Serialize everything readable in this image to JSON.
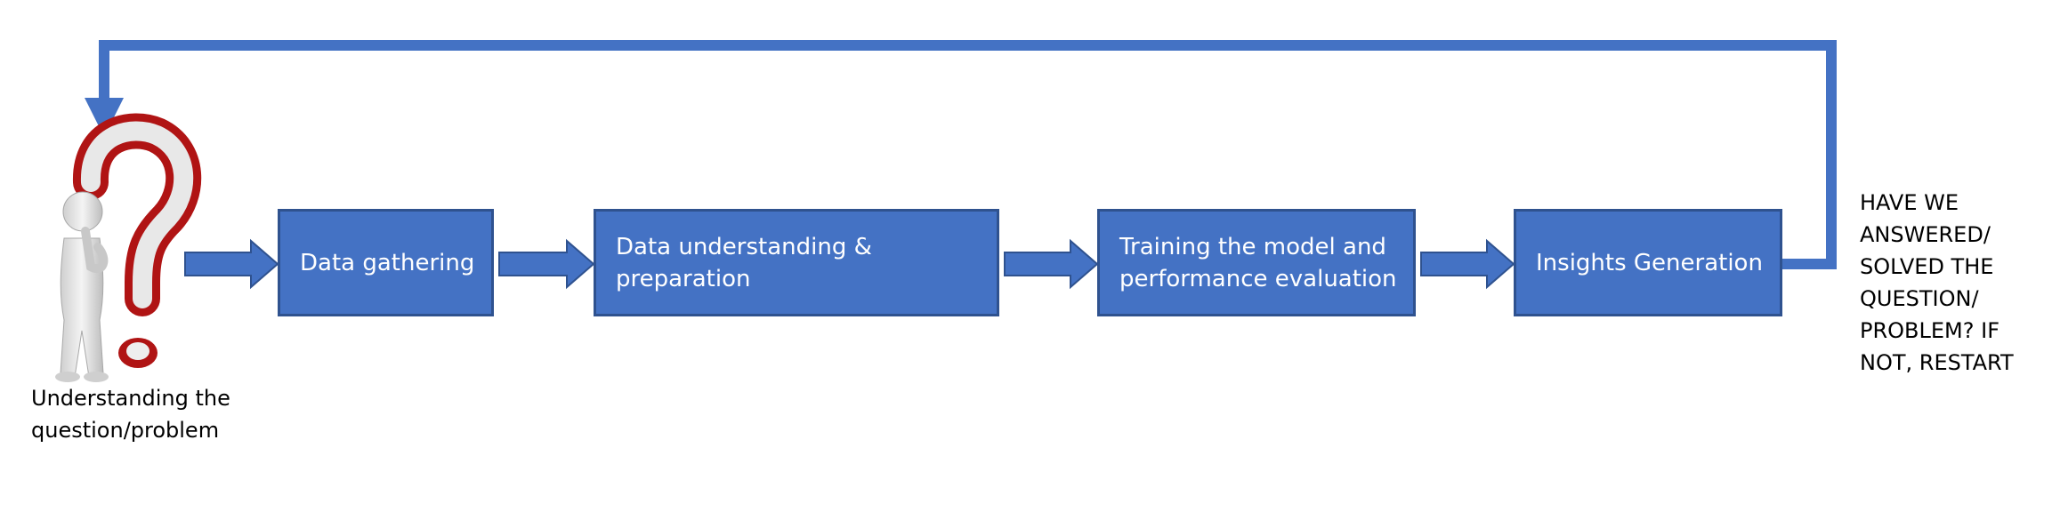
{
  "start_label": "Understanding the\nquestion/problem",
  "steps": [
    "Data gathering",
    "Data understanding & preparation",
    "Training the model and performance evaluation",
    "Insights Generation"
  ],
  "loop_note": "HAVE WE\nANSWERED/\nSOLVED THE\nQUESTION/\nPROBLEM? IF\nNOT, RESTART",
  "colors": {
    "box_fill": "#4472c4",
    "box_border": "#2f528f",
    "question_mark": "#cc1a1a"
  },
  "icons": {
    "start": "thinking-person-question-mark-icon"
  }
}
